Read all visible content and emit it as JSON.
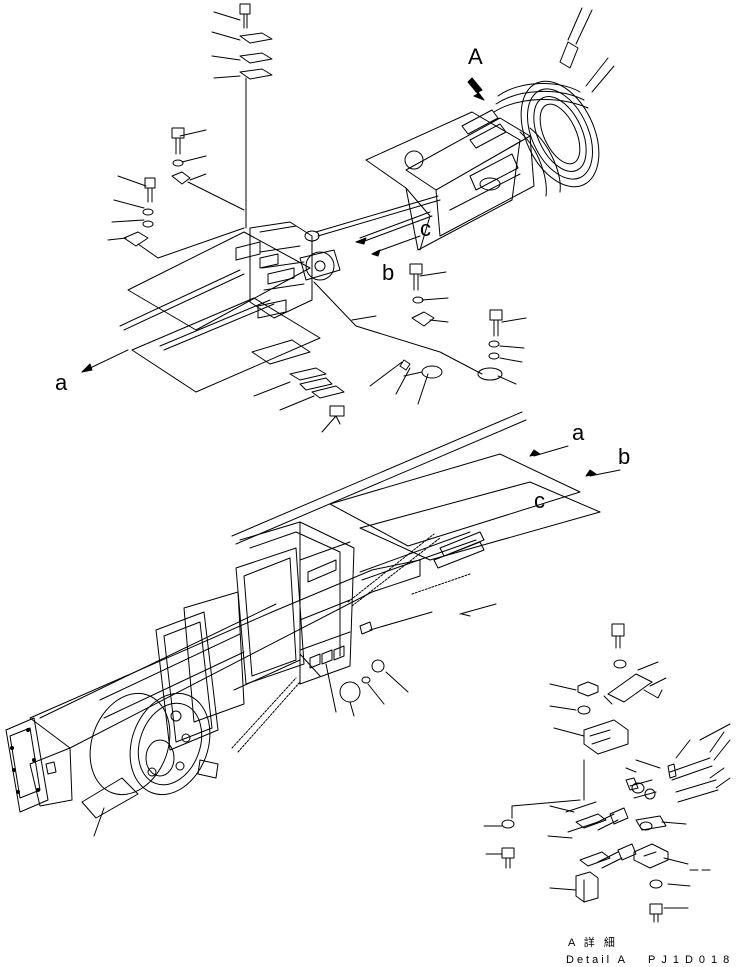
{
  "labels": {
    "view_a": "A",
    "top_a": "a",
    "top_b": "b",
    "top_c": "c",
    "mid_a": "a",
    "mid_b": "b",
    "mid_c": "c"
  },
  "detail": {
    "jp": "A 詳 細",
    "en": "Detail A"
  },
  "drawing_code": "PJ1D018"
}
